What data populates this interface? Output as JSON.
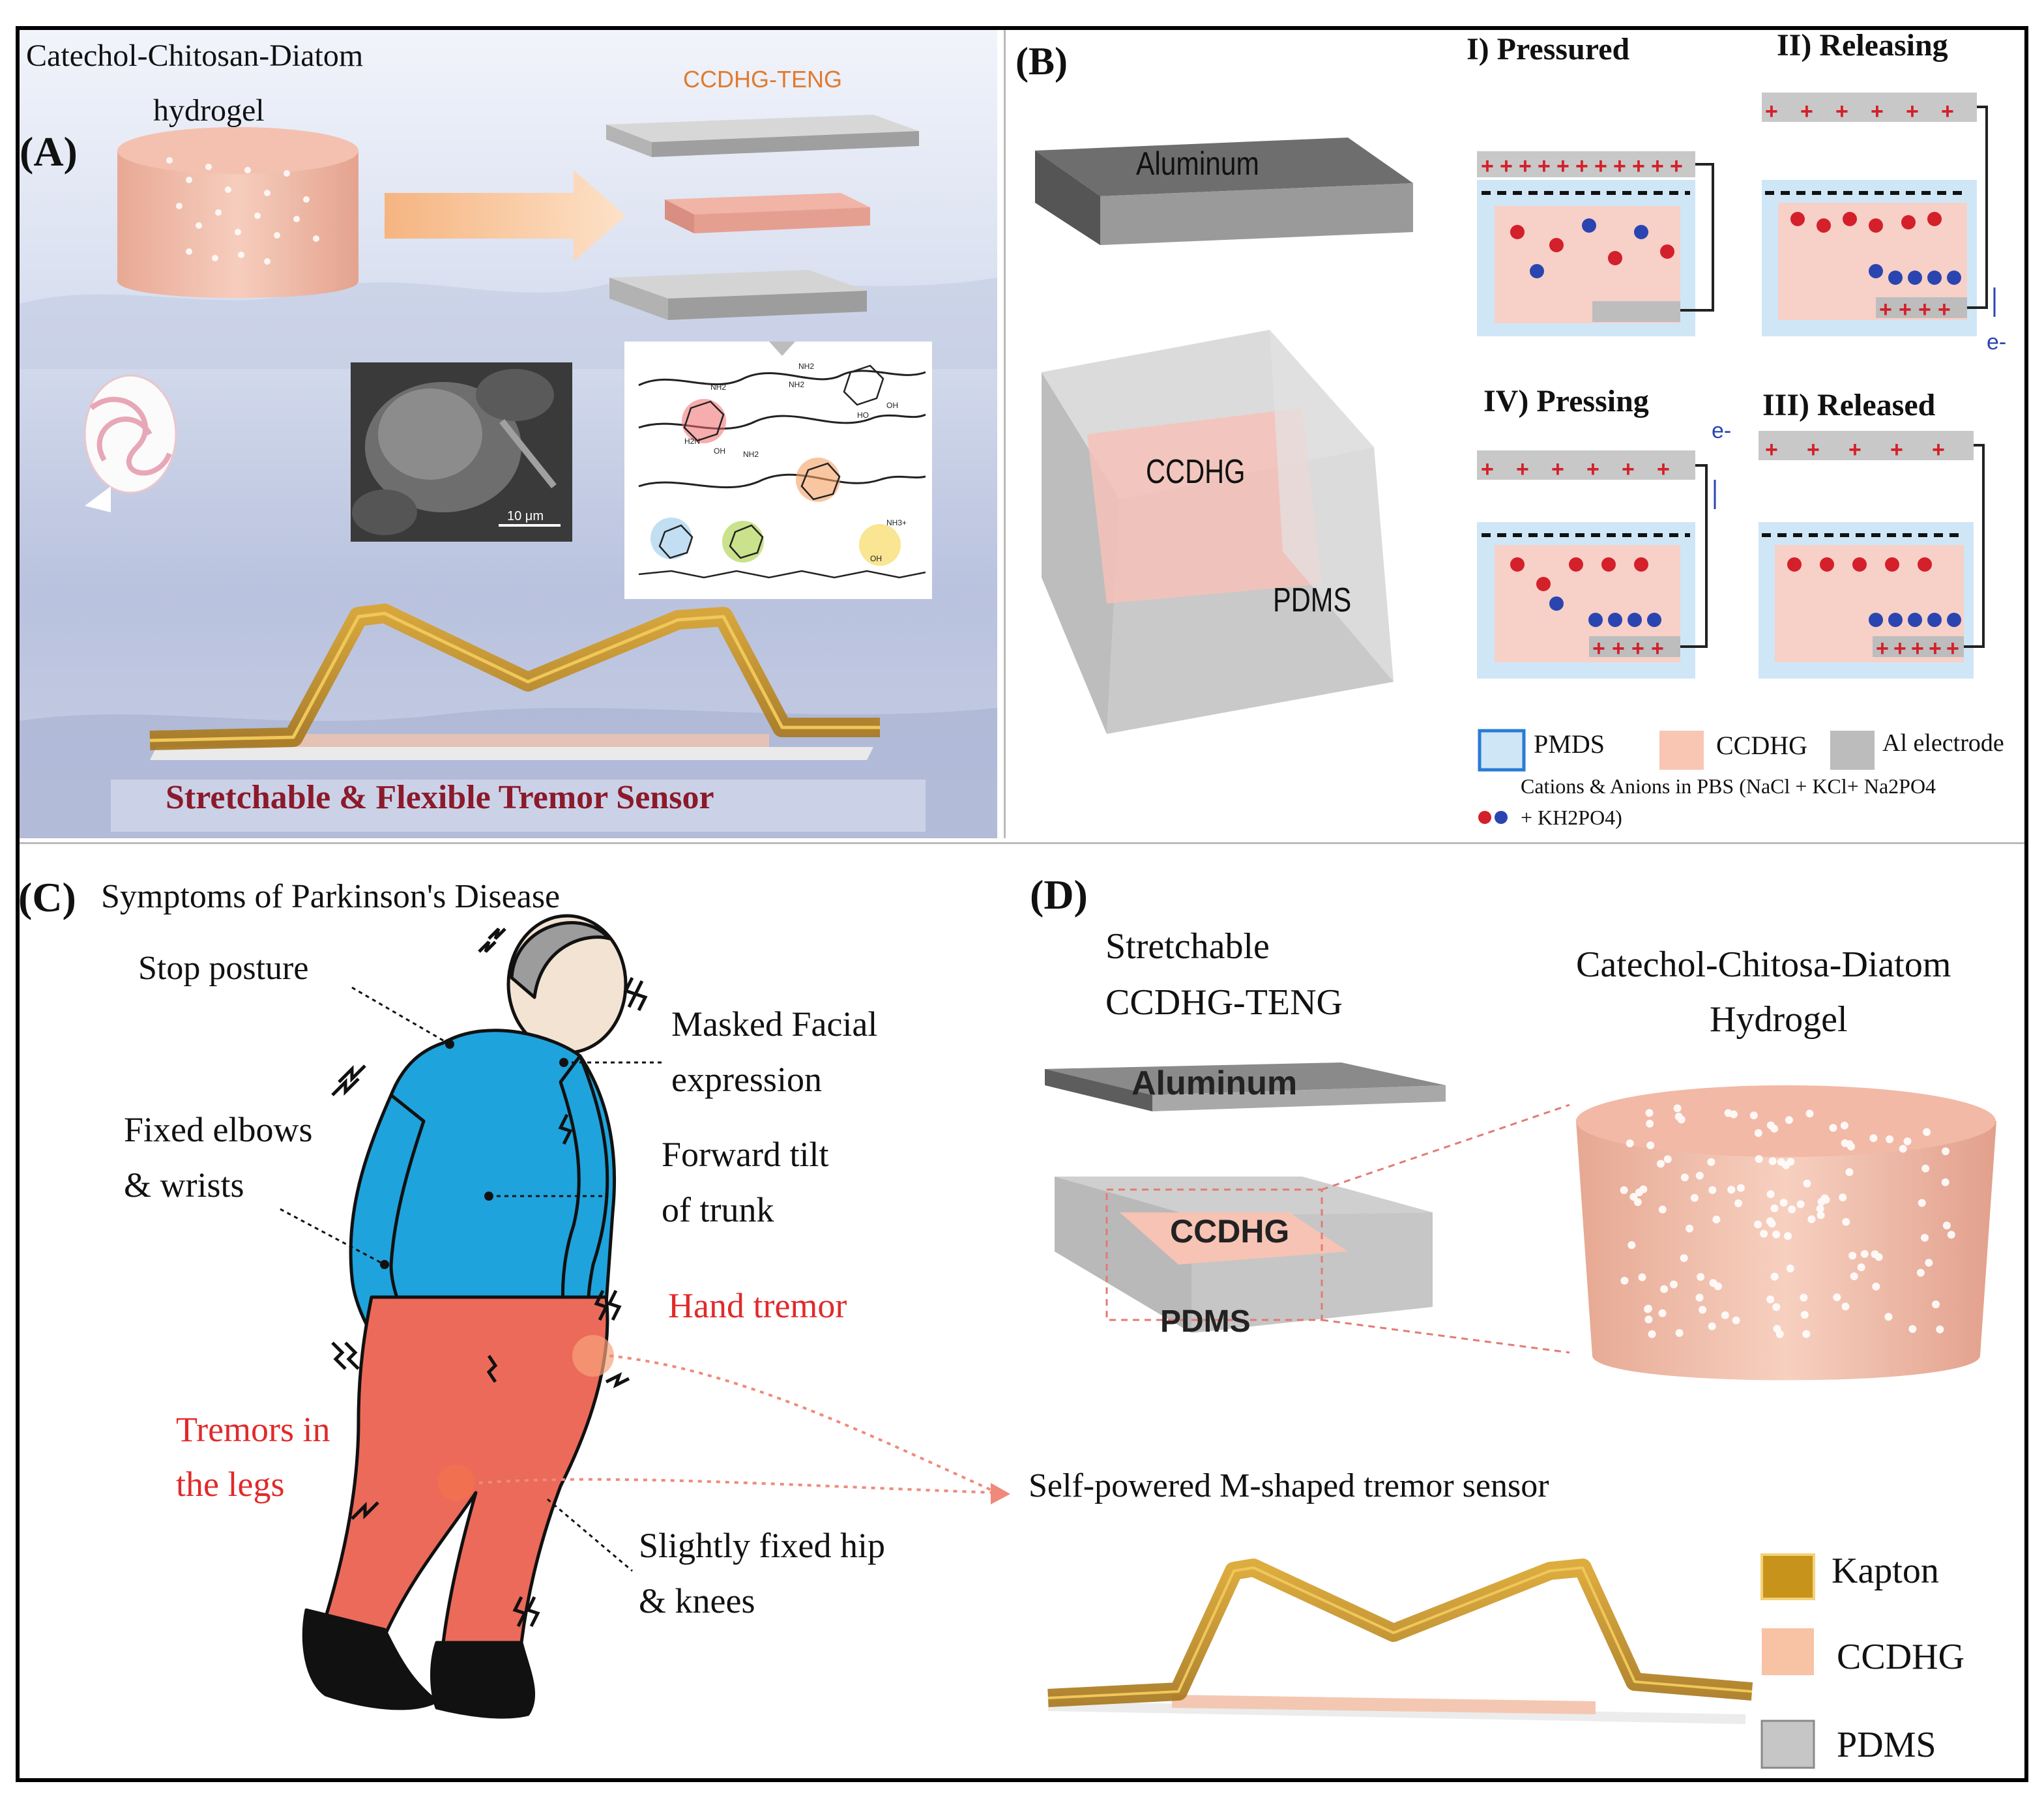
{
  "panelA": {
    "label": "(A)",
    "title_line1": "Catechol-Chitosan-Diatom",
    "title_line2": "hydrogel",
    "teng_label": "CCDHG-TENG",
    "sem_scale": "10 μm",
    "sensor_caption": "Stretchable & Flexible Tremor Sensor",
    "chem": {
      "nh2_1": "NH2",
      "nh2_2": "NH2",
      "nh2_3": "NH2",
      "nh2_4": "H2N",
      "nh2_5": "NH2",
      "oh_1": "OH",
      "oh_2": "OH",
      "oh_3": "HO",
      "oh_4": "OH",
      "nh3": "NH3+"
    }
  },
  "panelB": {
    "label": "(B)",
    "aluminum": "Aluminum",
    "ccdhg": "CCDHG",
    "pdms": "PDMS",
    "step1": "I) Pressured",
    "step2": "II) Releasing",
    "step3": "III) Released",
    "step4": "IV) Pressing",
    "electron": "e-",
    "legend_pmds": "PMDS",
    "legend_ccdhg": "CCDHG",
    "legend_al": "Al electrode",
    "ions_line1": "Cations & Anions in PBS (NaCl + KCl+ Na2PO4",
    "ions_line2": "+ KH2PO4)"
  },
  "panelC": {
    "label": "(C)",
    "title": "Symptoms of Parkinson's Disease",
    "stop_posture": "Stop posture",
    "masked_1": "Masked Facial",
    "masked_2": "expression",
    "fixed_1": "Fixed elbows",
    "fixed_2": "& wrists",
    "forward_1": "Forward tilt",
    "forward_2": "of trunk",
    "hand_tremor": "Hand tremor",
    "legs_1": "Tremors in",
    "legs_2": "the legs",
    "hip_1": "Slightly fixed hip",
    "hip_2": "& knees"
  },
  "panelD": {
    "label": "(D)",
    "stretch_1": "Stretchable",
    "stretch_2": "CCDHG-TENG",
    "hydrogel_1": "Catechol-Chitosa-Diatom",
    "hydrogel_2": "Hydrogel",
    "aluminum": "Aluminum",
    "ccdhg": "CCDHG",
    "pdms": "PDMS",
    "sensor_title": "Self-powered M-shaped tremor sensor",
    "legend_kapton": "Kapton",
    "legend_ccdhg": "CCDHG",
    "legend_pdms": "PDMS"
  },
  "colors": {
    "kapton": "#c8931a",
    "ccdhg": "#f7c4b4",
    "pdms": "#cfcfcf",
    "aluminum": "#8a8a8a",
    "red_text": "#e02a2a",
    "caption_red": "#8b1a2a",
    "cation": "#d3202a",
    "anion": "#2a45b0"
  }
}
